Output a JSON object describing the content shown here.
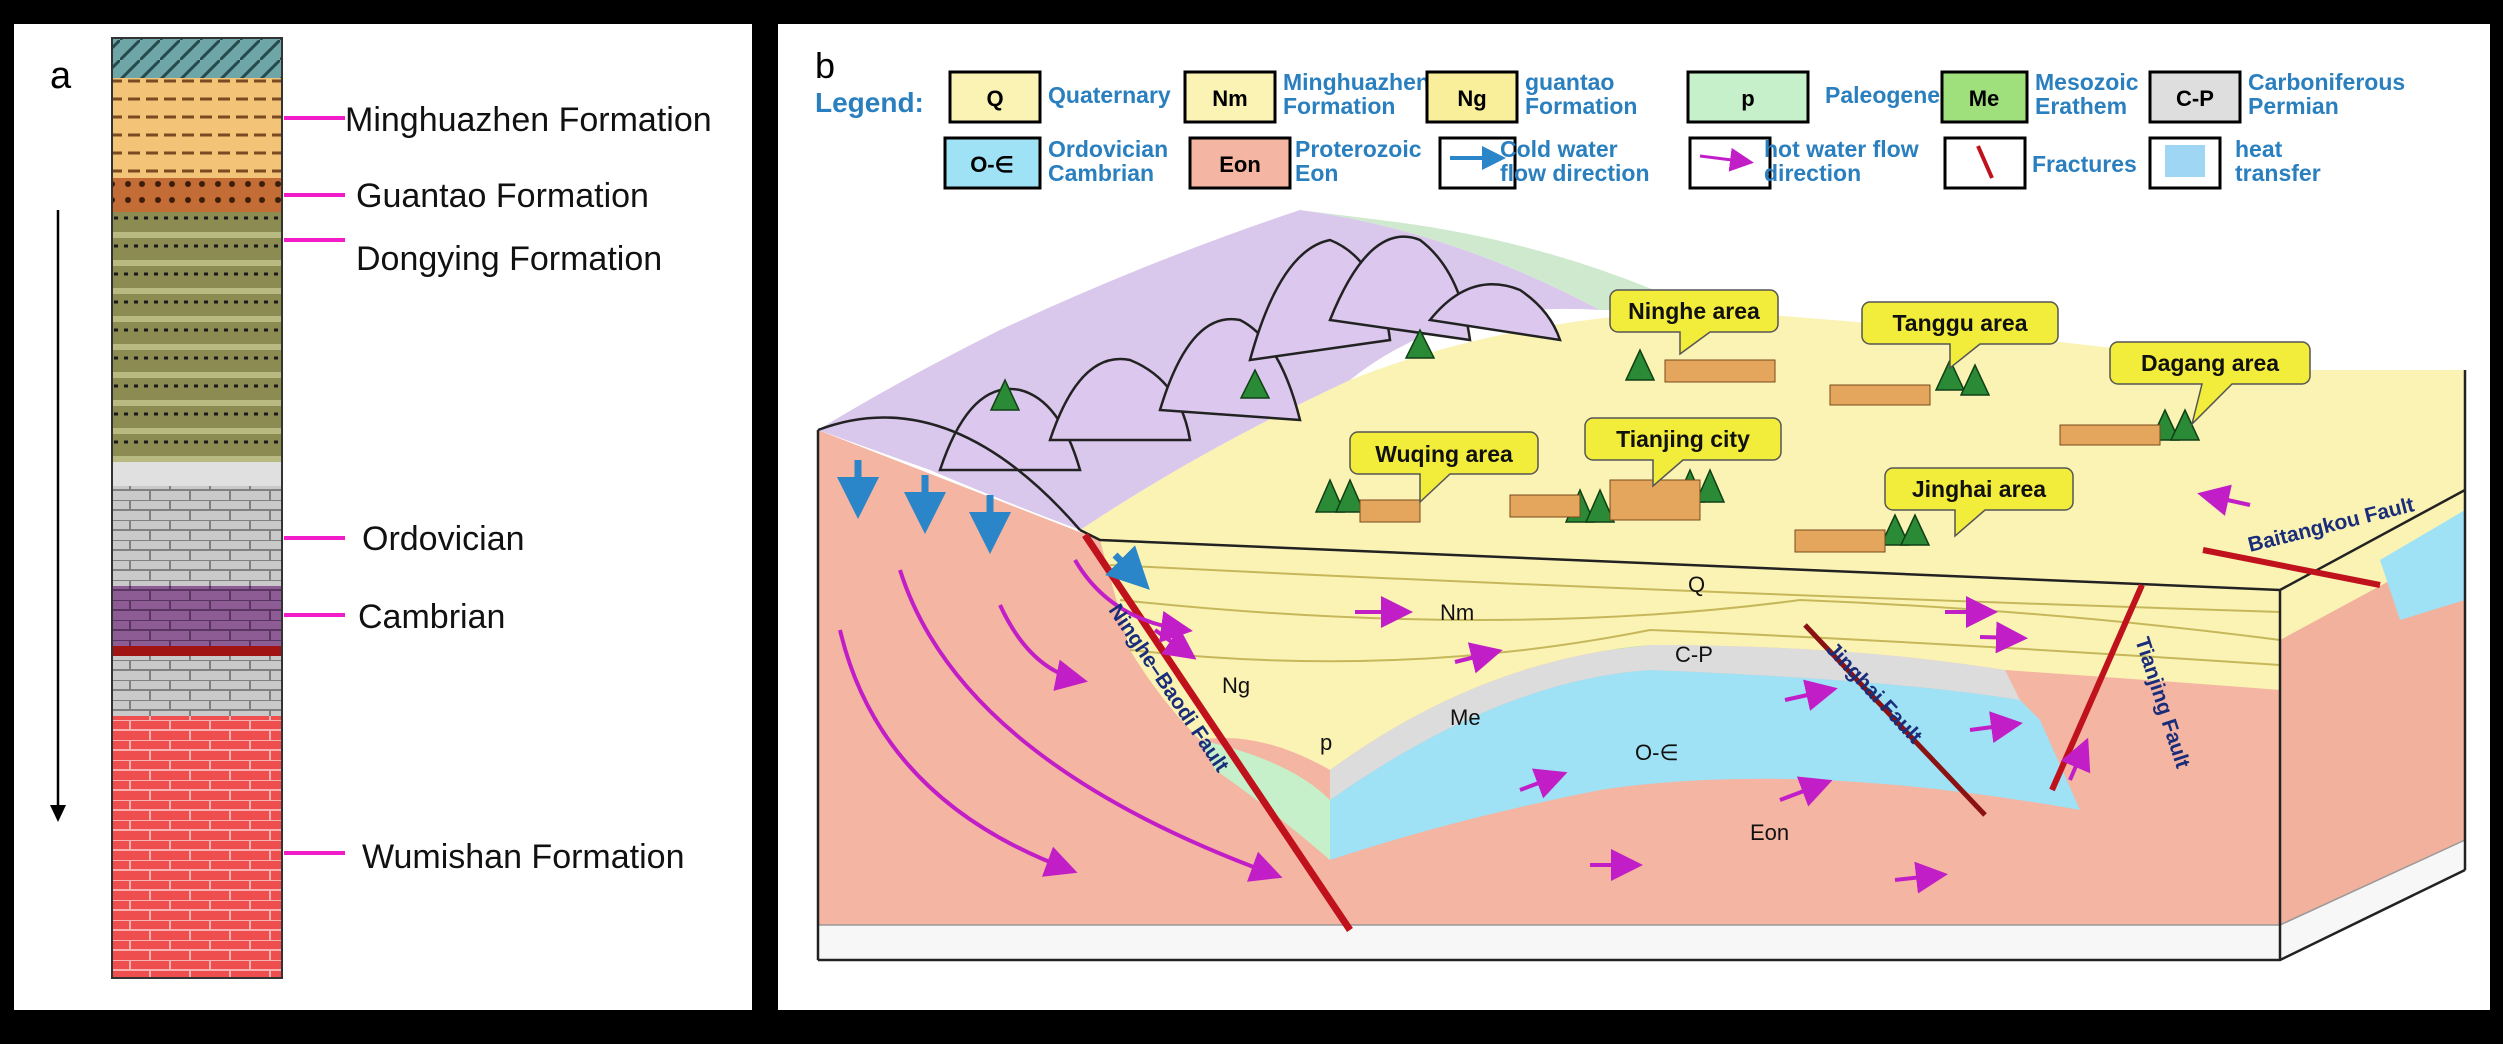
{
  "panel_a": {
    "label": "a",
    "formations": [
      "Minghuazhen Formation",
      "Guantao Formation",
      "Dongying Formation",
      "Ordovician",
      "Cambrian",
      "Wumishan Formation"
    ]
  },
  "panel_b": {
    "label": "b",
    "legend_title": "Legend:",
    "legend": [
      {
        "code": "Q",
        "line1": "Quaternary",
        "line2": "",
        "color": "#fbf3b4"
      },
      {
        "code": "Nm",
        "line1": "Minghuazhen",
        "line2": "Formation",
        "color": "#fbf3b4"
      },
      {
        "code": "Ng",
        "line1": "guantao",
        "line2": "Formation",
        "color": "#f9ef9a"
      },
      {
        "code": "p",
        "line1": "Paleogene",
        "line2": "",
        "color": "#c6f0c9"
      },
      {
        "code": "Me",
        "line1": "Mesozoic",
        "line2": "Erathem",
        "color": "#9fe07c"
      },
      {
        "code": "C-P",
        "line1": "Carboniferous",
        "line2": "Permian",
        "color": "#dedede"
      },
      {
        "code": "O-∈",
        "line1": "Ordovician",
        "line2": "Cambrian",
        "color": "#9fe1f5"
      },
      {
        "code": "Eon",
        "line1": "Proterozoic",
        "line2": "Eon",
        "color": "#f4b5a2"
      },
      {
        "code": "",
        "line1": "Cold water",
        "line2": "flow direction",
        "color": "#ffffff"
      },
      {
        "code": "",
        "line1": "hot water flow",
        "line2": "direction",
        "color": "#ffffff"
      },
      {
        "code": "",
        "line1": "Fractures",
        "line2": "",
        "color": "#ffffff"
      },
      {
        "code": "",
        "line1": "heat",
        "line2": "transfer",
        "color": "#ffffff"
      }
    ],
    "areas": [
      "Ninghe area",
      "Tanggu area",
      "Dagang  area",
      "Wuqing area",
      "Tianjing city",
      "Jinghai area"
    ],
    "layer_labels": {
      "Q": "Q",
      "Nm": "Nm",
      "Ng": "Ng",
      "CP": "C-P",
      "Me": "Me",
      "p": "p",
      "O": "O-∈",
      "Eon": "Eon"
    },
    "faults": [
      "Ninghe–Baodi Fault",
      "Jinghai  Fault",
      "Tianjing Fault",
      "Baitangkou Fault"
    ],
    "colors": {
      "legend_text": "#2a7fbf",
      "hot_arrow": "#c21ec8",
      "cold_arrow": "#2a86c8",
      "fault": "#c0121c",
      "eon": "#f4b5a2",
      "mountain": "#d9c7ec",
      "plain": "#fbf3b4",
      "callout": "#f2ec3a"
    }
  }
}
